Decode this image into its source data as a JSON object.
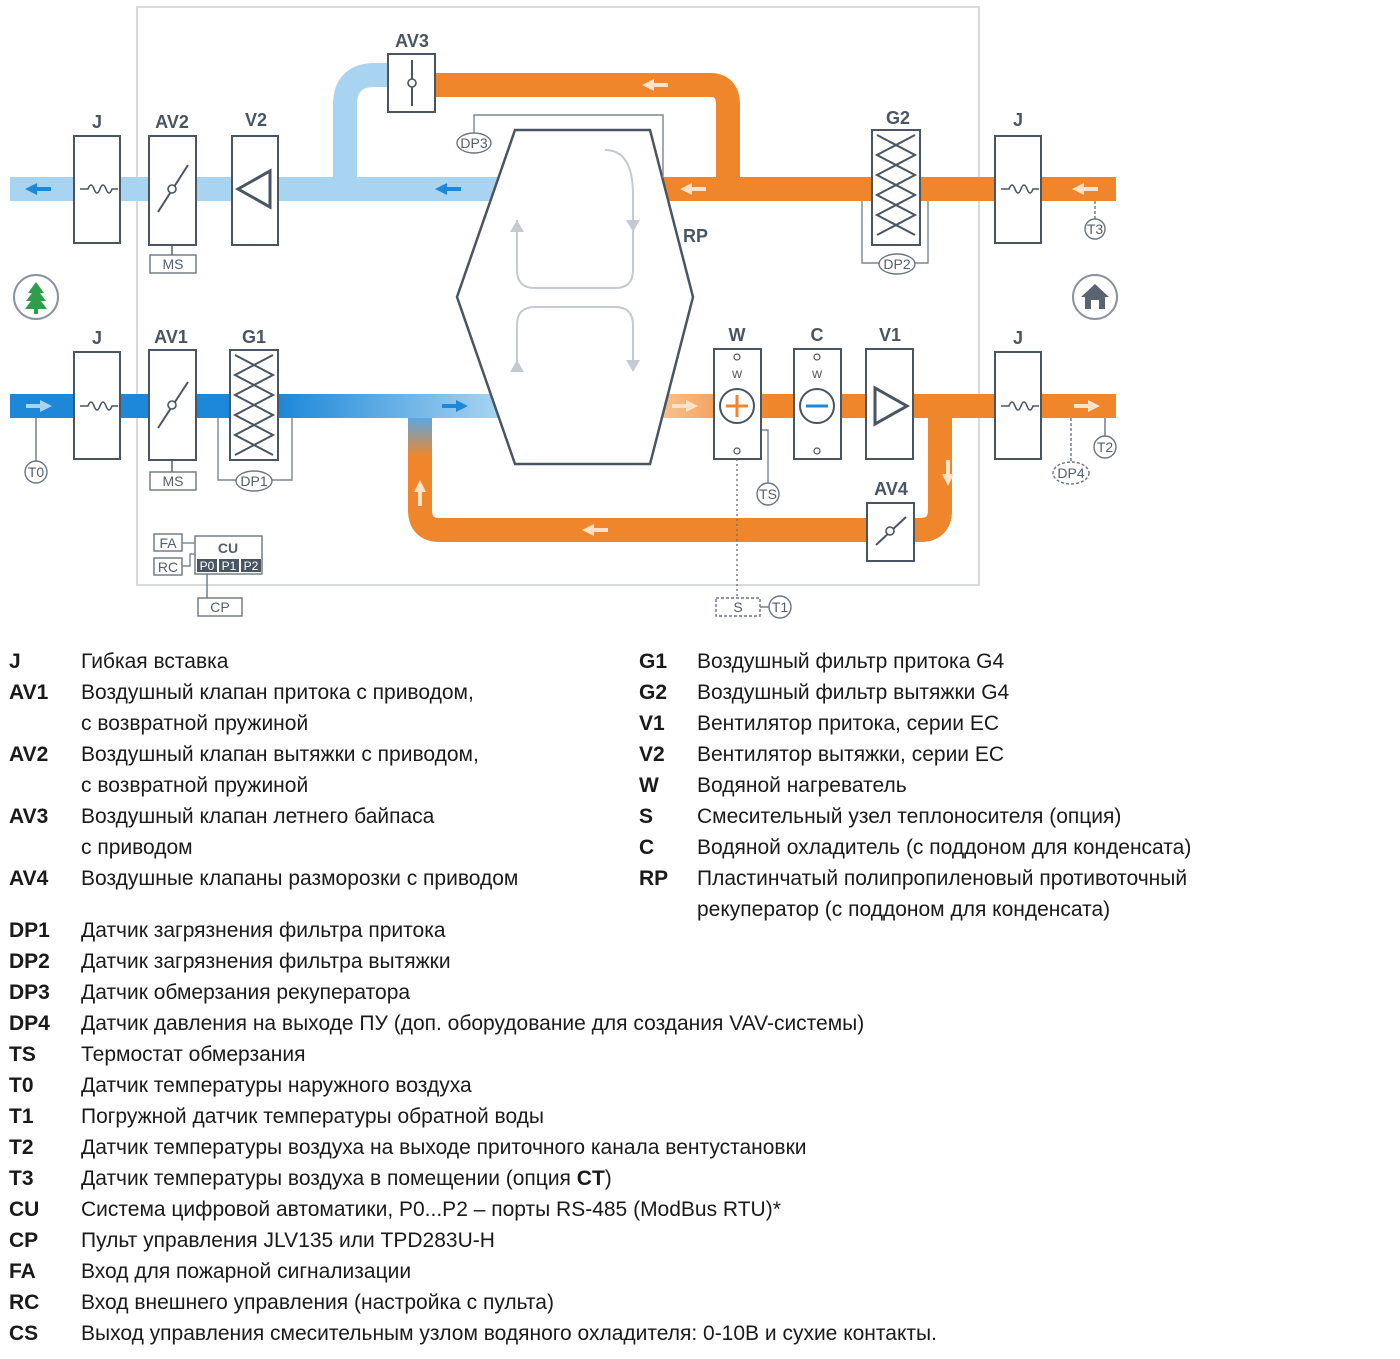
{
  "diagram": {
    "labels": {
      "j_top_left": "J",
      "av2": "AV2",
      "v2": "V2",
      "av3": "AV3",
      "g2": "G2",
      "j_top_right": "J",
      "j_bot_left": "J",
      "av1": "AV1",
      "g1": "G1",
      "w": "W",
      "c": "C",
      "v1": "V1",
      "j_bot_right": "J",
      "av4": "AV4",
      "rp": "RP",
      "ms_top": "MS",
      "ms_bot": "MS",
      "dp1": "DP1",
      "dp2": "DP2",
      "dp3": "DP3",
      "dp4": "DP4",
      "t0": "T0",
      "t1": "T1",
      "t2": "T2",
      "t3": "T3",
      "ts": "TS",
      "s": "S",
      "w_port": "w",
      "c_port": "w",
      "fa": "FA",
      "rc": "RC",
      "cu": "CU",
      "p0": "P0",
      "p1": "P1",
      "p2": "P2",
      "cp": "CP"
    },
    "colors": {
      "supply_blue": "#1e88d8",
      "extract_lightblue": "#a8d4f2",
      "warm_orange": "#f0862c",
      "line_gray": "#4a5563",
      "tree_green": "#2e9e4a"
    },
    "icons": [
      "tree-icon",
      "house-icon"
    ]
  },
  "legend": {
    "left": [
      {
        "code": "J",
        "lines": [
          "Гибкая вставка"
        ]
      },
      {
        "code": "AV1",
        "lines": [
          "Воздушный клапан притока с приводом,",
          "с возвратной пружиной"
        ]
      },
      {
        "code": "AV2",
        "lines": [
          "Воздушный клапан вытяжки с приводом,",
          "с возвратной пружиной"
        ]
      },
      {
        "code": "AV3",
        "lines": [
          "Воздушный клапан летнего байпаса",
          "с приводом"
        ]
      },
      {
        "code": "AV4",
        "lines": [
          "Воздушные клапаны разморозки с приводом"
        ]
      }
    ],
    "right": [
      {
        "code": "G1",
        "lines": [
          "Воздушный фильтр притока G4"
        ]
      },
      {
        "code": "G2",
        "lines": [
          "Воздушный фильтр вытяжки G4"
        ]
      },
      {
        "code": "V1",
        "lines": [
          "Вентилятор притока, серии EC"
        ]
      },
      {
        "code": "V2",
        "lines": [
          "Вентилятор вытяжки, серии EC"
        ]
      },
      {
        "code": "W",
        "lines": [
          "Водяной нагреватель"
        ]
      },
      {
        "code": "S",
        "lines": [
          "Смесительный узел теплоносителя (опция)"
        ]
      },
      {
        "code": "C",
        "lines": [
          "Водяной охладитель (с поддоном для конденсата)"
        ]
      },
      {
        "code": "RP",
        "lines": [
          "Пластинчатый полипропиленовый противоточный",
          "рекуператор (с поддоном для конденсата)"
        ]
      }
    ],
    "bottom": [
      {
        "code": "DP1",
        "text": "Датчик загрязнения фильтра притока"
      },
      {
        "code": "DP2",
        "text": "Датчик загрязнения фильтра вытяжки"
      },
      {
        "code": "DP3",
        "text": "Датчик обмерзания рекуператора"
      },
      {
        "code": "DP4",
        "text": "Датчик давления на выходе ПУ (доп. оборудование для создания VAV-системы)"
      },
      {
        "code": "TS",
        "text": "Термостат обмерзания"
      },
      {
        "code": "T0",
        "text": "Датчик температуры наружного воздуха"
      },
      {
        "code": "T1",
        "text": "Погружной датчик температуры обратной воды"
      },
      {
        "code": "T2",
        "text": "Датчик температуры воздуха на выходе приточного канала вентустановки"
      },
      {
        "code": "T3",
        "text_pre": "Датчик температуры воздуха в помещении (опция ",
        "text_bold": "CT",
        "text_post": ")"
      },
      {
        "code": "CU",
        "text": "Система цифровой автоматики, P0...P2 – порты RS-485 (ModBus RTU)*"
      },
      {
        "code": "CP",
        "text": "Пульт управления JLV135 или TPD283U-H"
      },
      {
        "code": "FA",
        "text": "Вход для пожарной сигнализации"
      },
      {
        "code": "RC",
        "text": "Вход внешнего управления (настройка с пульта)"
      },
      {
        "code": "CS",
        "text": "Выход управления смесительным узлом водяного охладителя: 0-10В и сухие контакты."
      }
    ]
  }
}
